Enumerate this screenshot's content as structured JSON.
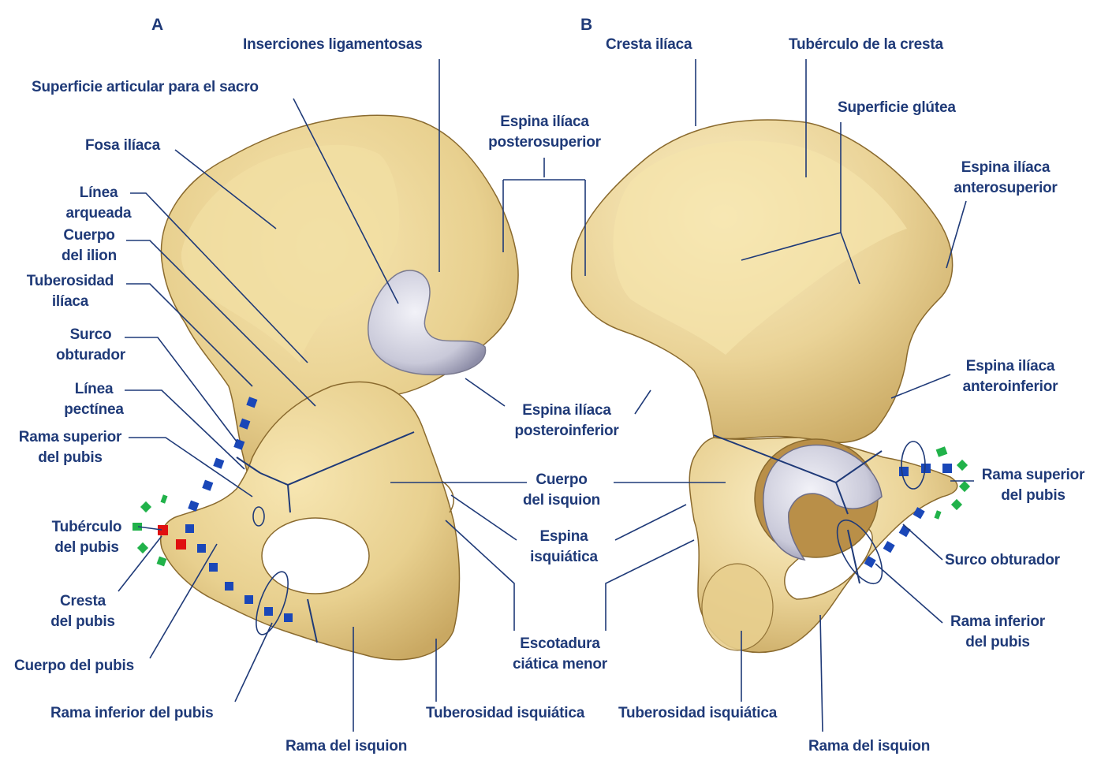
{
  "panels": {
    "a": "A",
    "b": "B"
  },
  "colors": {
    "bone": "#e8d08f",
    "bone_shade": "#b8964f",
    "bone_edge": "#8a6a2e",
    "cartilage": "#c9c9d9",
    "leader": "#1f3a78",
    "label": "#1f3a78",
    "marker_blue": "#1a47b8",
    "marker_red": "#e01010",
    "marker_green": "#21b24a"
  },
  "labels_a": {
    "inserciones": "Inserciones ligamentosas",
    "superficie_sacro": "Superficie articular para el sacro",
    "fosa_iliaca": "Fosa ilíaca",
    "linea_arqueada_1": "Línea",
    "linea_arqueada_2": "arqueada",
    "cuerpo_ilion_1": "Cuerpo",
    "cuerpo_ilion_2": "del ilion",
    "tuberosidad_iliaca_1": "Tuberosidad",
    "tuberosidad_iliaca_2": "ilíaca",
    "surco_obturador_1": "Surco",
    "surco_obturador_2": "obturador",
    "linea_pectinea_1": "Línea",
    "linea_pectinea_2": "pectínea",
    "rama_superior_1": "Rama superior",
    "rama_superior_2": "del pubis",
    "tuberculo_pubis_1": "Tubérculo",
    "tuberculo_pubis_2": "del pubis",
    "cresta_pubis_1": "Cresta",
    "cresta_pubis_2": "del pubis",
    "cuerpo_pubis": "Cuerpo del pubis",
    "rama_inferior": "Rama inferior del pubis",
    "rama_isquion": "Rama del isquion",
    "tuberosidad_isquiatica": "Tuberosidad isquiática"
  },
  "labels_center": {
    "espina_ps_1": "Espina ilíaca",
    "espina_ps_2": "posterosuperior",
    "espina_pi_1": "Espina ilíaca",
    "espina_pi_2": "posteroinferior",
    "cuerpo_isquion_1": "Cuerpo",
    "cuerpo_isquion_2": "del isquion",
    "espina_isquiatica_1": "Espina",
    "espina_isquiatica_2": "isquiática",
    "escotadura_1": "Escotadura",
    "escotadura_2": "ciática menor"
  },
  "labels_b": {
    "cresta_iliaca": "Cresta ilíaca",
    "tuberculo_cresta": "Tubérculo de la cresta",
    "superficie_glutea": "Superficie glútea",
    "espina_as_1": "Espina ilíaca",
    "espina_as_2": "anterosuperior",
    "espina_ai_1": "Espina ilíaca",
    "espina_ai_2": "anteroinferior",
    "rama_superior_1": "Rama superior",
    "rama_superior_2": "del pubis",
    "surco_obturador": "Surco obturador",
    "rama_inferior_1": "Rama inferior",
    "rama_inferior_2": "del pubis",
    "rama_isquion": "Rama del isquion",
    "tuberosidad_isquiatica": "Tuberosidad isquiática"
  }
}
